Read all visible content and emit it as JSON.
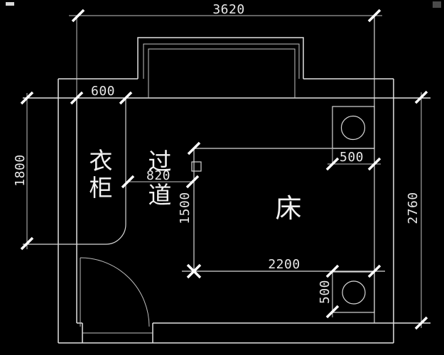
{
  "drawing": {
    "type": "bedroom-floor-plan",
    "background": "#000000",
    "line_color": "#e2e2e2",
    "dim_line_color": "#c4c4c4",
    "tick_color": "#ffffff",
    "text_color": "#e8e8e8"
  },
  "labels": {
    "wardrobe": "衣柜",
    "passage": "过道",
    "bed": "床"
  },
  "dims": {
    "room_inner_width": "3620",
    "wardrobe_depth": "600",
    "wardrobe_length": "1800",
    "passage_width": "820",
    "bed_width": "1500",
    "bed_length": "2200",
    "room_inner_depth": "2760",
    "nightstand_top_width": "500",
    "nightstand_bottom_depth": "500"
  }
}
